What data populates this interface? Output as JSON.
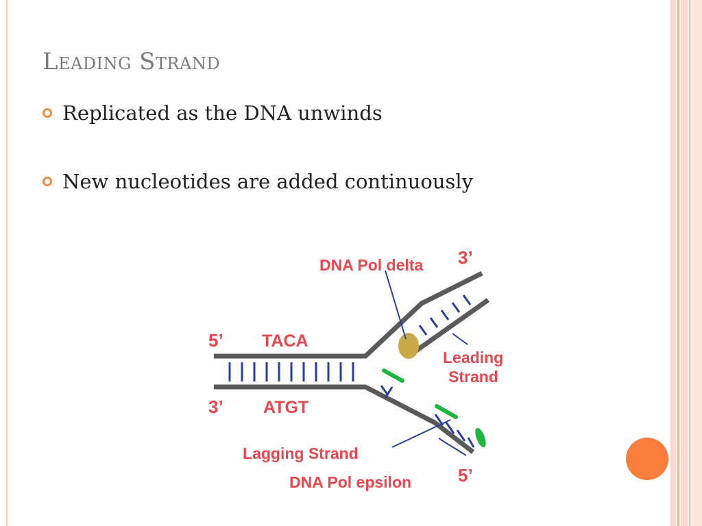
{
  "slide": {
    "title": "Leading Strand",
    "bullets": [
      "Replicated as the DNA unwinds",
      "New nucleotides are added continuously"
    ]
  },
  "diagram": {
    "labels": {
      "pol_delta": "DNA Pol delta",
      "three_prime_top": "3’",
      "five_prime_left": "5’",
      "taca": "TACA",
      "leading_line1": "Leading",
      "leading_line2": "Strand",
      "three_prime_left": "3’",
      "atgt": "ATGT",
      "lagging": "Lagging Strand",
      "pol_epsilon": "DNA Pol epsilon",
      "five_prime_bottom": "5’"
    }
  },
  "colors": {
    "accent": "#fb7d3b",
    "bullet": "#f08a3c",
    "label_red": "#e8474f",
    "rung_blue": "#2a3f9d",
    "strand_gray": "#5a5a5a",
    "polymerase_gold": "#c9a946",
    "primer_green": "#1fb543"
  }
}
